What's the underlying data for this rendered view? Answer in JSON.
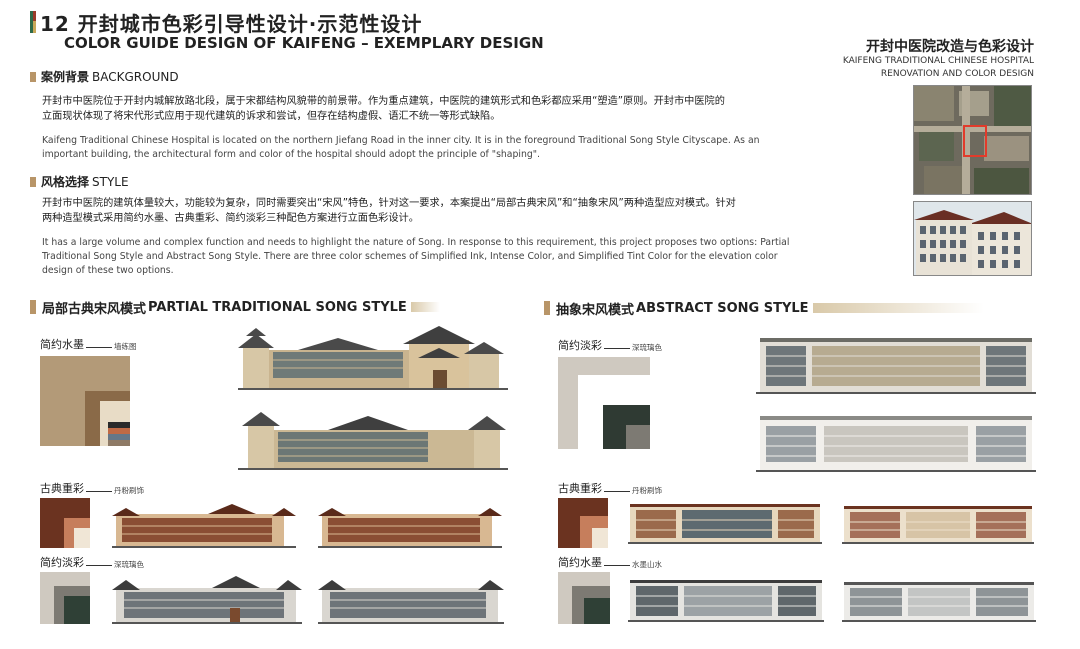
{
  "header": {
    "title_cn": "12 开封城市色彩引导性设计·示范性设计",
    "title_en": "COLOR GUIDE DESIGN OF KAIFENG – EXEMPLARY DESIGN",
    "project_cn": "开封中医院改造与色彩设计",
    "project_en_line1": "KAIFENG TRADITIONAL CHINESE HOSPITAL",
    "project_en_line2": "RENOVATION AND COLOR DESIGN"
  },
  "background": {
    "heading_cn": "案例背景",
    "heading_en": "BACKGROUND",
    "text_cn_1": "开封市中医院位于开封内城解放路北段，属于宋都结构风貌带的前景带。作为重点建筑，中医院的建筑形式和色彩都应采用“塑造”原则。开封市中医院的",
    "text_cn_2": "立面现状体现了将宋代形式应用于现代建筑的诉求和尝试，但存在结构虚假、语汇不统一等形式缺陷。",
    "text_en_1": "Kaifeng Traditional Chinese Hospital is located on the northern Jiefang Road in the inner city. It is in the foreground Traditional Song Style Cityscape. As an",
    "text_en_2": "important building, the architectural form and color of the hospital should adopt the principle of \"shaping\"."
  },
  "style": {
    "heading_cn": "风格选择",
    "heading_en": "STYLE",
    "text_cn_1": "开封市中医院的建筑体量较大，功能较为复杂，同时需要突出“宋风”特色，针对这一要求，本案提出“局部古典宋风”和“抽象宋风”两种造型应对模式。针对",
    "text_cn_2": "两种造型模式采用简约水墨、古典重彩、简约淡彩三种配色方案进行立面色彩设计。",
    "text_en_1": "It has a large volume and complex function and needs to highlight the nature of Song. In response to this requirement, this project proposes two options: Partial",
    "text_en_2": "Traditional Song Style and Abstract Song Style. There are three color schemes of Simplified Ink, Intense Color, and Simplified Tint Color for the elevation color",
    "text_en_3": "design of these two options."
  },
  "partial": {
    "title_cn": "局部古典宋风模式",
    "title_en": "PARTIAL TRADITIONAL SONG STYLE",
    "schemes": [
      {
        "name": "简约水墨",
        "sub": "墙练图"
      },
      {
        "name": "古典重彩",
        "sub": "丹粉刷饰"
      },
      {
        "name": "简约淡彩",
        "sub": "深琉璃色"
      }
    ]
  },
  "abstract": {
    "title_cn": "抽象宋风模式",
    "title_en": "ABSTRACT SONG STYLE",
    "schemes": [
      {
        "name": "简约淡彩",
        "sub": "深琉璃色"
      },
      {
        "name": "古典重彩",
        "sub": "丹粉刷饰"
      },
      {
        "name": "简约水墨",
        "sub": "水墨山水"
      }
    ]
  },
  "colors": {
    "accent": "#b89568",
    "ink_outer": "#b39a78",
    "ink_mid": "#8a6a48",
    "ink_inner": "#e8dcc6",
    "intense_outer": "#6b3320",
    "intense_inner": "#c67e5c",
    "tint_outer": "#cfc9c0",
    "tint_mid": "#7d7a73",
    "tint_inner": "#2f4036"
  }
}
